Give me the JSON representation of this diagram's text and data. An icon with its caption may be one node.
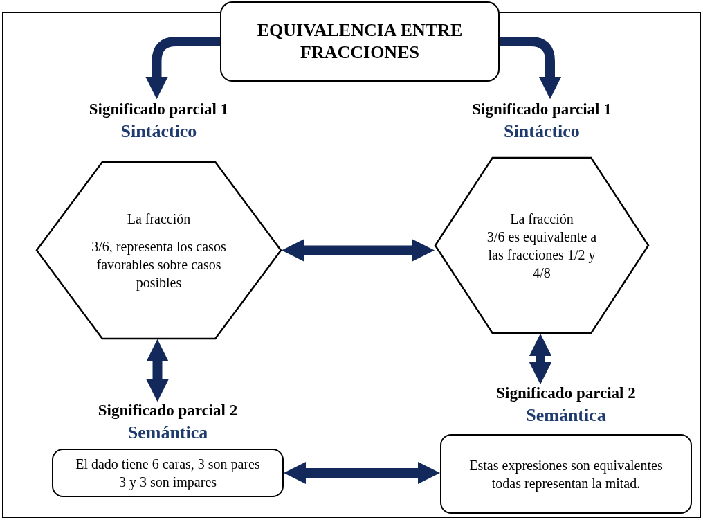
{
  "diagram": {
    "nodes": [
      {
        "text": [
          "EQUIVALENCIA ENTRE FRACCIONES"
        ]
      },
      {
        "text": [
          "Significado parcial 1",
          "Sintáctico",
          "La fracción",
          "3/6, representa los casos favorables sobre casos posibles"
        ]
      },
      {
        "text": [
          "Significado parcial 1",
          "Sintáctico",
          "La fracción",
          "3/6 es equivalente a las fracciones 1/2 y 4/8"
        ]
      },
      {
        "text": [
          "Significado parcial 2",
          "Semántica",
          "El dado tiene 6 caras, 3 son pares 3 y 3 son impares"
        ]
      },
      {
        "text": [
          "Significado parcial 2",
          "Semántica",
          "Estas expresiones son equivalentes todas representan la mitad."
        ]
      }
    ],
    "edges": [
      {
        "from": 0,
        "to": 1,
        "arrow": "to"
      },
      {
        "from": 0,
        "to": 2,
        "arrow": "to"
      },
      {
        "from": 1,
        "to": 2,
        "arrow": "both"
      },
      {
        "from": 1,
        "to": 3,
        "arrow": "both"
      },
      {
        "from": 2,
        "to": 4,
        "arrow": "both"
      },
      {
        "from": 3,
        "to": 4,
        "arrow": "both"
      }
    ]
  }
}
